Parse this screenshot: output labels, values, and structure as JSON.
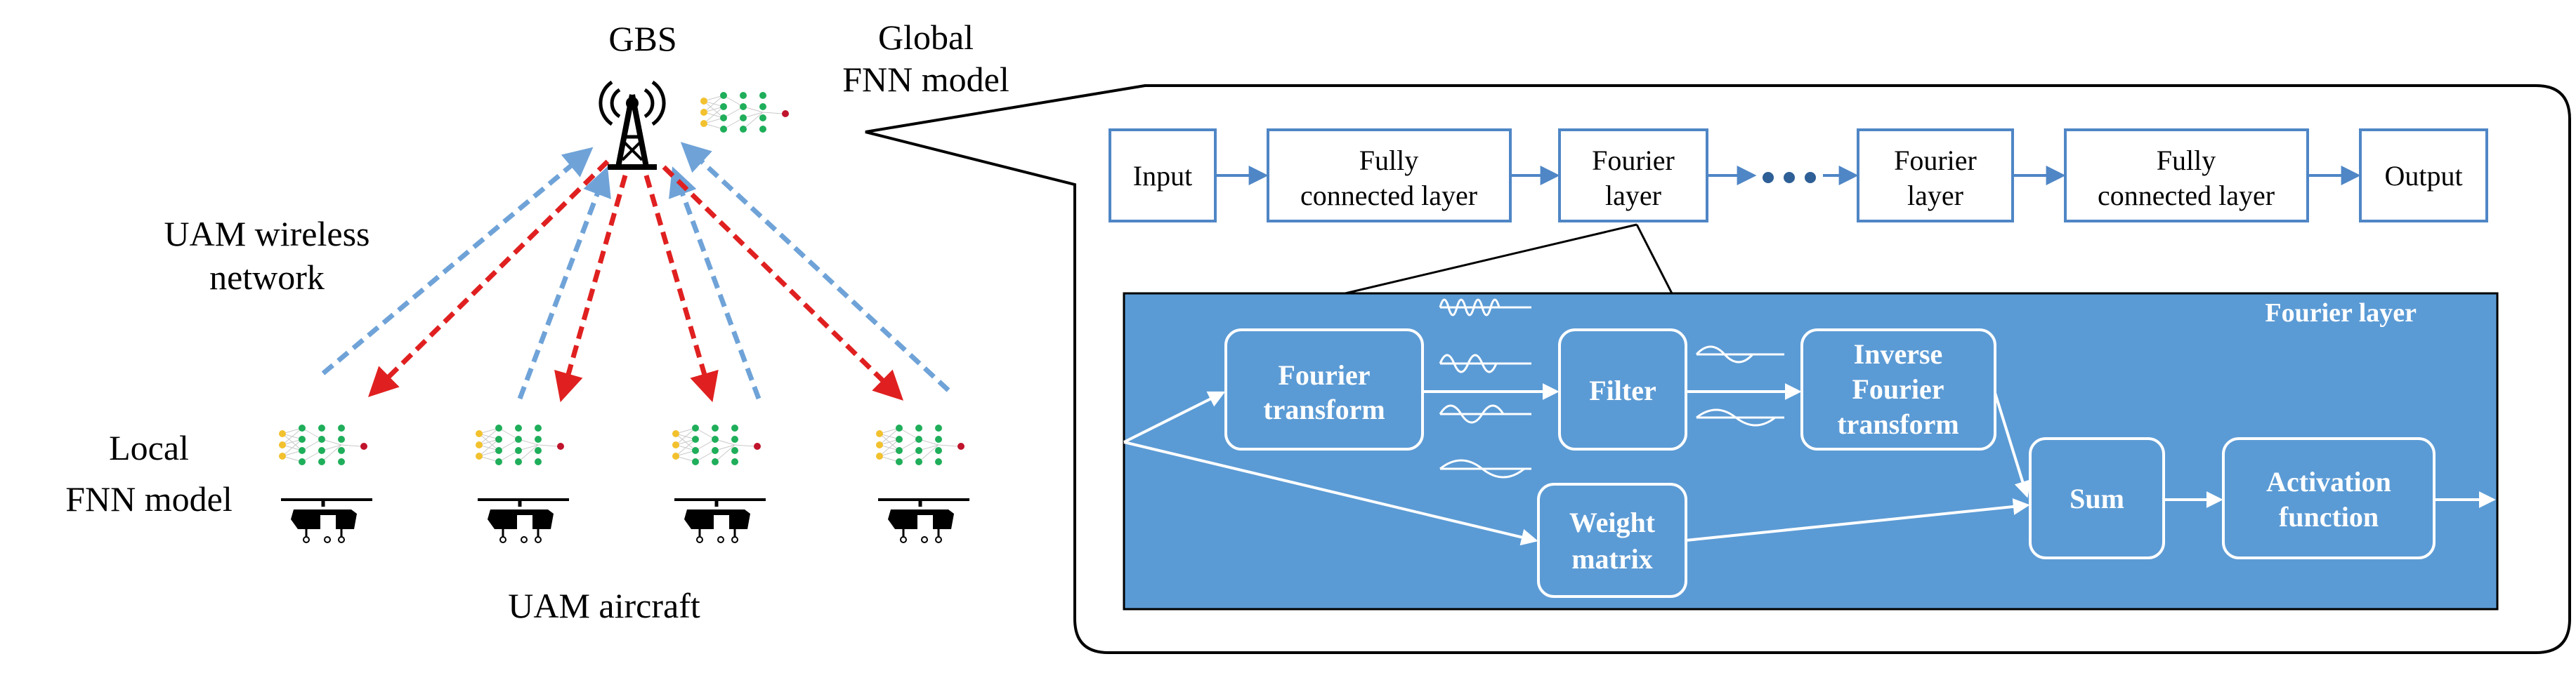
{
  "left_panel": {
    "gbs_label": "GBS",
    "global_model_label_line1": "Global",
    "global_model_label_line2": "FNN model",
    "network_label_line1": "UAM wireless",
    "network_label_line2": "network",
    "local_model_label_line1": "Local",
    "local_model_label_line2": "FNN model",
    "aircraft_label": "UAM aircraft"
  },
  "architecture": {
    "input": "Input",
    "fc1_line1": "Fully",
    "fc1_line2": "connected layer",
    "fourier1_line1": "Fourier",
    "fourier1_line2": "layer",
    "fourier2_line1": "Fourier",
    "fourier2_line2": "layer",
    "fc2_line1": "Fully",
    "fc2_line2": "connected layer",
    "output": "Output"
  },
  "fourier_detail": {
    "title": "Fourier layer",
    "ft_line1": "Fourier",
    "ft_line2": "transform",
    "filter": "Filter",
    "ift_line1": "Inverse",
    "ift_line2": "Fourier",
    "ift_line3": "transform",
    "weight_line1": "Weight",
    "weight_line2": "matrix",
    "sum": "Sum",
    "act_line1": "Activation",
    "act_line2": "function"
  },
  "colors": {
    "uplink_arrow": "#6fa3d8",
    "downlink_arrow": "#e02020",
    "arch_border": "#4f86c6",
    "detail_fill": "#5b9bd5",
    "dot_green": "#1fae5a",
    "dot_yellow": "#f2c12e",
    "dot_red": "#c0142c"
  }
}
